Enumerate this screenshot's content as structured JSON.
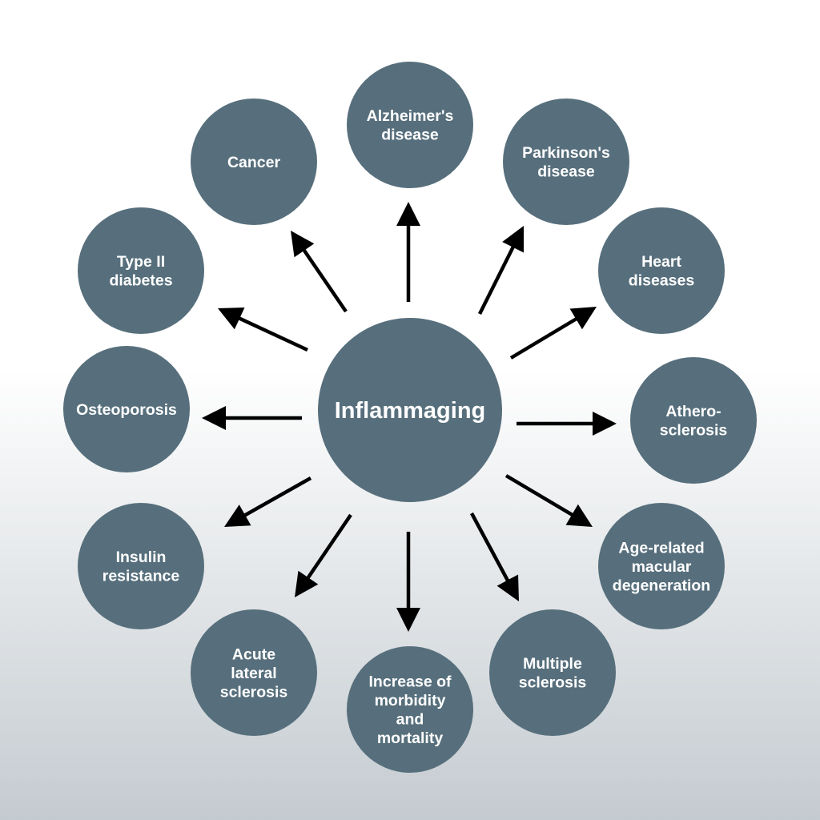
{
  "colors": {
    "node_fill": "#576f7c",
    "text": "#ffffff",
    "arrow": "#000000"
  },
  "center": {
    "label": "Inflammaging"
  },
  "nodes": [
    {
      "id": "alzheimers",
      "lines": [
        "Alzheimer's",
        "disease"
      ]
    },
    {
      "id": "parkinsons",
      "lines": [
        "Parkinson's",
        "disease"
      ]
    },
    {
      "id": "heart",
      "lines": [
        "Heart",
        "diseases"
      ]
    },
    {
      "id": "athero",
      "lines": [
        "Athero-",
        "sclerosis"
      ]
    },
    {
      "id": "amd",
      "lines": [
        "Age-related",
        "macular",
        "degeneration"
      ]
    },
    {
      "id": "ms",
      "lines": [
        "Multiple",
        "sclerosis"
      ]
    },
    {
      "id": "morbidity",
      "lines": [
        "Increase of",
        "morbidity",
        "and",
        "mortality"
      ]
    },
    {
      "id": "als",
      "lines": [
        "Acute",
        "lateral",
        "sclerosis"
      ]
    },
    {
      "id": "insulin",
      "lines": [
        "Insulin",
        "resistance"
      ]
    },
    {
      "id": "osteoporosis",
      "lines": [
        "Osteoporosis"
      ]
    },
    {
      "id": "diabetes",
      "lines": [
        "Type II",
        "diabetes"
      ]
    },
    {
      "id": "cancer",
      "lines": [
        "Cancer"
      ]
    }
  ]
}
